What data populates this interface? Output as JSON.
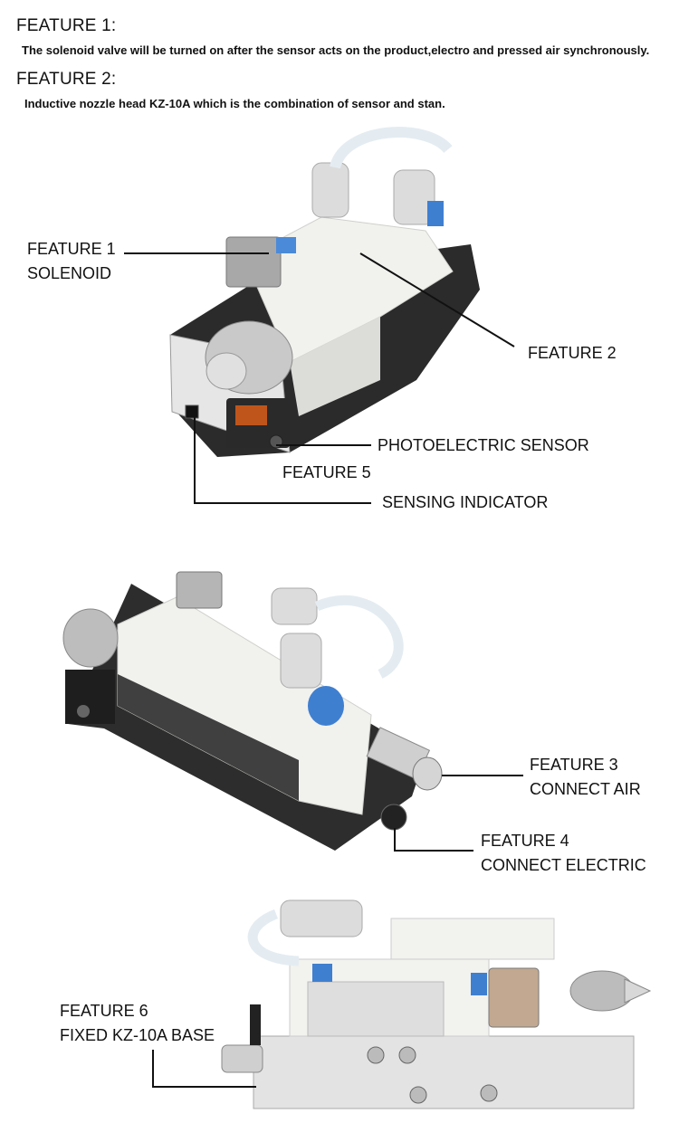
{
  "header": {
    "feature1_title": "FEATURE 1:",
    "feature1_desc": "The solenoid valve will be turned on after the sensor acts on the product,electro and pressed air synchronously.",
    "feature2_title": "FEATURE 2:",
    "feature2_desc": "Inductive nozzle head KZ-10A which is the combination of sensor and stan."
  },
  "callouts": {
    "f1_line1": "FEATURE 1",
    "f1_line2": "SOLENOID",
    "f2": "FEATURE 2",
    "photo_sensor": "PHOTOELECTRIC SENSOR",
    "f5": "FEATURE 5",
    "sensing_indicator": "SENSING INDICATOR",
    "f3_line1": "FEATURE 3",
    "f3_line2": "CONNECT AIR",
    "f4_line1": "FEATURE 4",
    "f4_line2": "CONNECT ELECTRIC",
    "f6_line1": "FEATURE 6",
    "f6_line2": "FIXED KZ-10A BASE"
  },
  "colors": {
    "accent_blue": "#3f7fd0",
    "body_white": "#f2f2ef",
    "base_dark": "#2a2a2a",
    "steel": "#c8c8c8"
  }
}
